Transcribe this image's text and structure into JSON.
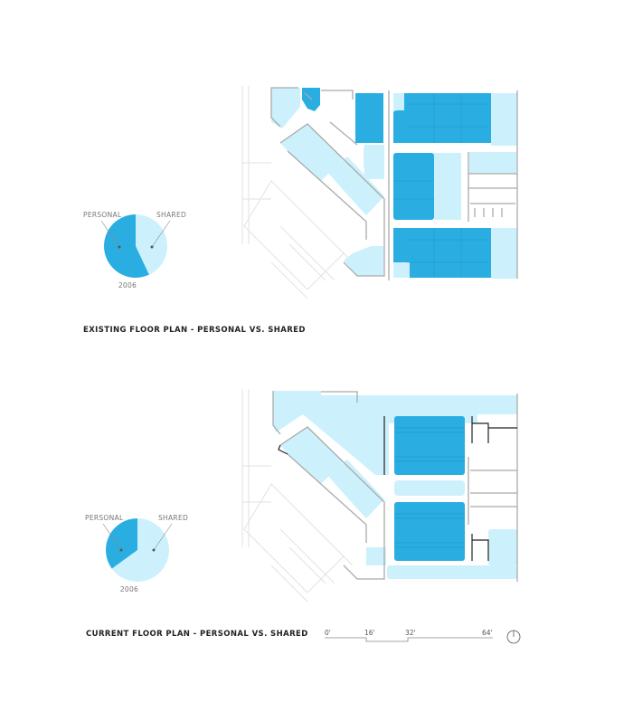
{
  "colors": {
    "personal": "#2aaee2",
    "shared": "#ccf1fc",
    "linework": "#b5b5b5"
  },
  "existing": {
    "caption": "EXISTING FLOOR PLAN - PERSONAL VS. SHARED",
    "pie": {
      "personal_label": "PERSONAL",
      "shared_label": "SHARED",
      "year": "2006",
      "personal_share": 0.57,
      "shared_share": 0.43
    }
  },
  "current": {
    "caption": "CURRENT FLOOR PLAN - PERSONAL VS. SHARED",
    "pie": {
      "personal_label": "PERSONAL",
      "shared_label": "SHARED",
      "year": "2006",
      "personal_share": 0.35,
      "shared_share": 0.65
    }
  },
  "scale_bar": {
    "ticks": [
      "0'",
      "16'",
      "32'",
      "64'"
    ]
  },
  "north_arrow_icon": "north-arrow-icon"
}
